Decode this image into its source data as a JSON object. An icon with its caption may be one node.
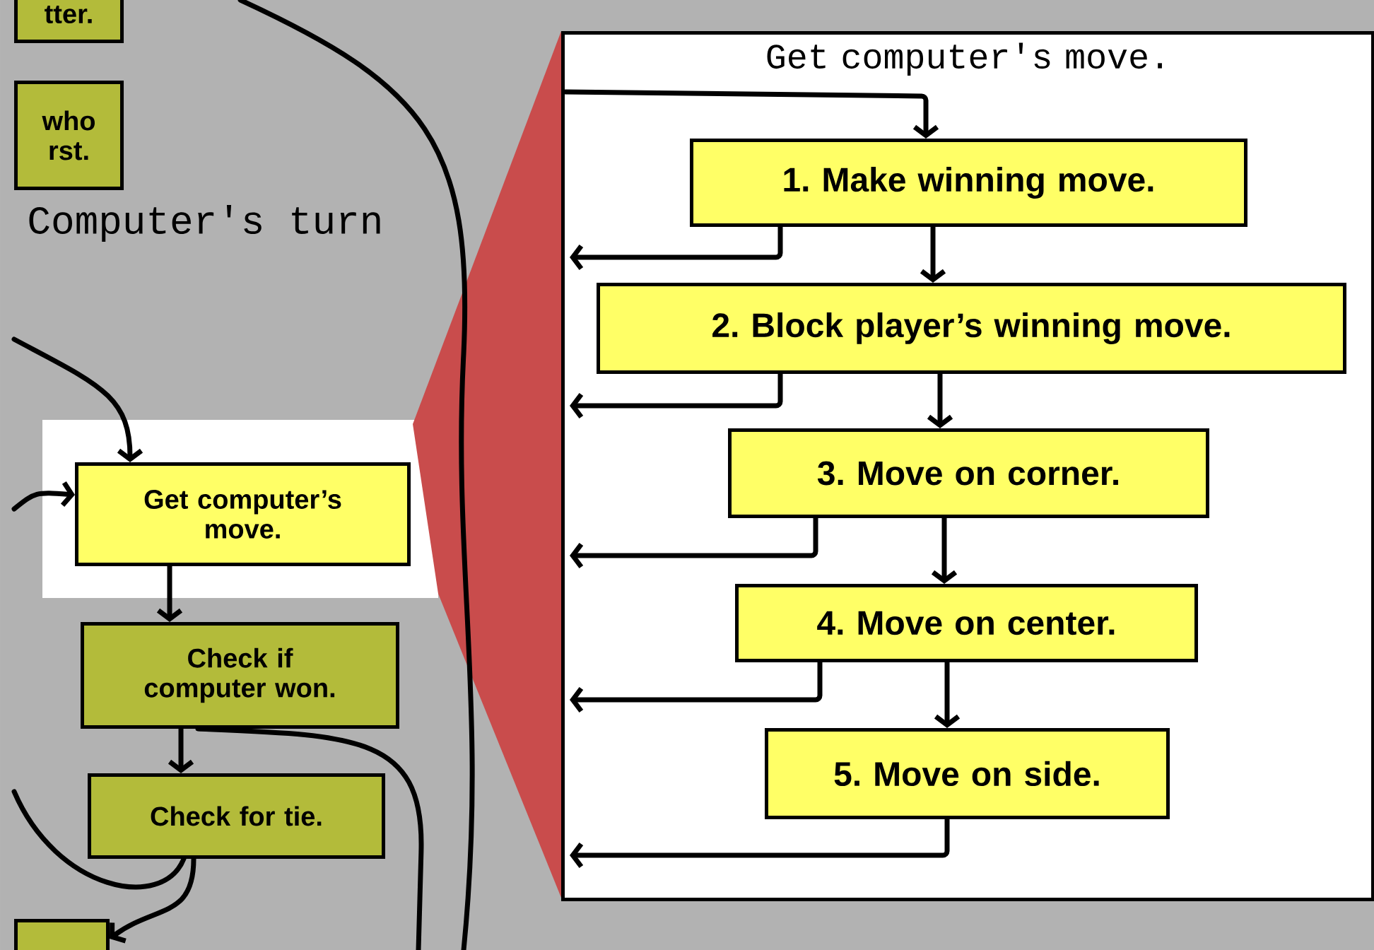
{
  "diagram": {
    "nodes": [
      {
        "text": [
          "tter."
        ]
      },
      {
        "text": [
          "who rst."
        ]
      },
      {
        "text": [
          "Get computer’s move."
        ]
      },
      {
        "text": [
          "Check if computer won."
        ]
      },
      {
        "text": [
          "Check for tie."
        ]
      },
      {
        "text": [],
        "shape": "box"
      },
      {
        "text": [
          "Get computer's move."
        ]
      },
      {
        "text": [
          "1. Make winning move."
        ],
        "in": 6
      },
      {
        "text": [
          "2. Block player’s winning move."
        ],
        "in": 6
      },
      {
        "text": [
          "3. Move on corner."
        ],
        "in": 6
      },
      {
        "text": [
          "4. Move on center."
        ],
        "in": 6
      },
      {
        "text": [
          "5. Move on side."
        ],
        "in": 6
      }
    ],
    "edges": [
      {
        "from": null,
        "to": 2,
        "arrow": "to"
      },
      {
        "from": null,
        "to": 2,
        "arrow": "to"
      },
      {
        "from": 2,
        "to": 3,
        "arrow": "to"
      },
      {
        "from": 3,
        "to": 4,
        "arrow": "to"
      },
      {
        "from": 4,
        "to": 5,
        "arrow": "to"
      },
      {
        "from": 4,
        "to": null,
        "arrow": "none"
      },
      {
        "from": 3,
        "to": null,
        "arrow": "none"
      },
      {
        "from": null,
        "to": 7,
        "arrow": "to"
      },
      {
        "from": 7,
        "to": 8,
        "arrow": "to"
      },
      {
        "from": 8,
        "to": 9,
        "arrow": "to"
      },
      {
        "from": 9,
        "to": 10,
        "arrow": "to"
      },
      {
        "from": 10,
        "to": 11,
        "arrow": "to"
      },
      {
        "from": 7,
        "to": null,
        "arrow": "to"
      },
      {
        "from": 8,
        "to": null,
        "arrow": "to"
      },
      {
        "from": 9,
        "to": null,
        "arrow": "to"
      },
      {
        "from": 10,
        "to": null,
        "arrow": "to"
      },
      {
        "from": 11,
        "to": null,
        "arrow": "to"
      }
    ],
    "labels": [
      "Computer's turn"
    ]
  }
}
